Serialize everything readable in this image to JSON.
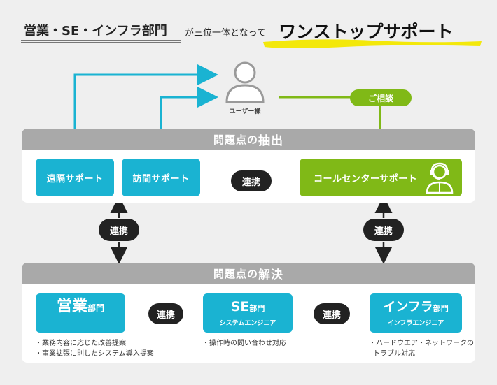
{
  "title": {
    "part1": "営業・SE・インフラ部門",
    "part2": "が三位一体となって",
    "part3": "ワンストップサポート"
  },
  "user": {
    "label": "ユーザー様"
  },
  "consult": {
    "label": "ご相談"
  },
  "panel_top": {
    "header_prefix": "問題点の",
    "header_main": "抽出"
  },
  "panel_bottom": {
    "header_prefix": "問題点の",
    "header_main": "解決"
  },
  "boxes": {
    "remote": "遠隔サポート",
    "visit": "訪問サポート",
    "callcenter": "コールセンターサポート",
    "sales_main": "営業",
    "sales_sub": "部門",
    "se_main": "SE",
    "se_sub": "部門",
    "se_caption": "システムエンジニア",
    "infra_main": "インフラ",
    "infra_sub": "部門",
    "infra_caption": "インフラエンジニア"
  },
  "links": {
    "top": "連携",
    "left_mid": "連携",
    "right_mid": "連携",
    "bottom_left": "連携",
    "bottom_right": "連携"
  },
  "notes": {
    "sales_line1": "・業務内容に応じた改善提案",
    "sales_line2": "・事業拡張に則したシステム導入提案",
    "se_line1": "・操作時の問い合わせ対応",
    "infra_line1": "・ハードウエア・ネットワークの",
    "infra_line2": "トラブル対応"
  },
  "colors": {
    "blue": "#1ab3d2",
    "green": "#80b917",
    "header_gray": "#a9a9a9",
    "pill_dark": "#222222",
    "highlight_yellow": "#f3e80a"
  }
}
